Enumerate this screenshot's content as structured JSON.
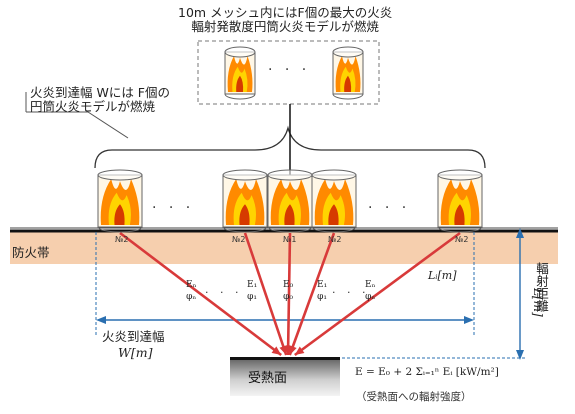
{
  "notes": {
    "top_line1": "10m メッシュ内にはF個の最大の火炎",
    "top_line2": "輻射発散度円筒火炎モデルが燃焼",
    "left_line1": "火炎到達幅 Wには F個の",
    "left_line2": "円筒火炎モデルが燃焼"
  },
  "labels": {
    "firebreak": "防火帯",
    "reach_width": "火炎到達幅",
    "reach_width_unit": "W[m]",
    "distance": "輻射距離",
    "distance_unit": "L[m]",
    "li": "Lᵢ[m]",
    "receiver": "受熱面",
    "formula": "E = E₀ + 2 Σᵢ₌₁ⁿ Eᵢ   [kW/m²]",
    "formula_note": "（受熱面への輻射強度）"
  },
  "fire_tags": [
    "№2",
    "№2",
    "№1",
    "№2",
    "№2"
  ],
  "symbols": [
    {
      "e": "Eₙ",
      "phi": "φₙ"
    },
    {
      "e": "E₁",
      "phi": "φ₁"
    },
    {
      "e": "E₀",
      "phi": "φ₀"
    },
    {
      "e": "E₁",
      "phi": "φ₁"
    },
    {
      "e": "Eₙ",
      "phi": "φₙ"
    }
  ],
  "ellipsis": "· · ·",
  "colors": {
    "firebreak_band": "#f6cfae",
    "ray": "#d83a3a",
    "ground": "#111111"
  }
}
